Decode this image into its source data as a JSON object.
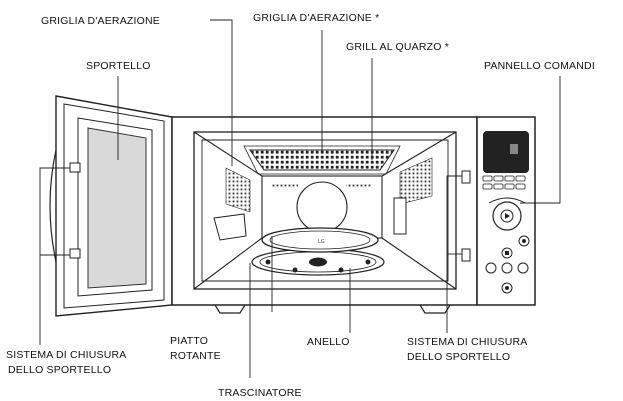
{
  "labels": {
    "griglia_left": "GRIGLIA D'AERAZIONE",
    "griglia_top": "GRIGLIA D'AERAZIONE *",
    "grill_quarzo": "GRILL AL QUARZO *",
    "pannello": "PANNELLO COMANDI",
    "sportello": "SPORTELLO",
    "sistema_left_1": "SISTEMA DI CHIUSURA",
    "sistema_left_2": "DELLO SPORTELLO",
    "piatto_1": "PIATTO",
    "piatto_2": "ROTANTE",
    "anello": "ANELLO",
    "sistema_right_1": "SISTEMA DI CHIUSURA",
    "sistema_right_2": "DELLO SPORTELLO",
    "trascinatore": "TRASCINATORE"
  },
  "colors": {
    "line": "#222222",
    "display": "#222222",
    "background": "#ffffff"
  }
}
